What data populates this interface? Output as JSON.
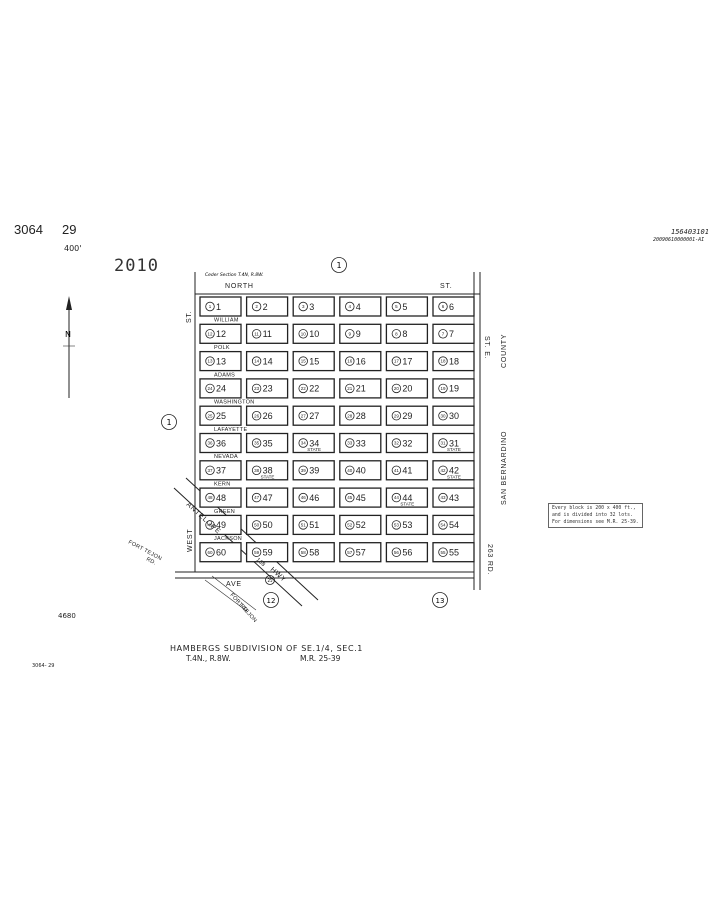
{
  "header": {
    "book": "3064",
    "page": "29",
    "scale": "400'",
    "year": "2010",
    "stamp_line1": "156403101",
    "stamp_line2": "20090610000001-AI"
  },
  "map": {
    "north_label": "N",
    "top_street": "NORTH",
    "top_street_suffix": "ST.",
    "left_street": "ST.",
    "right_street": "ST. E.",
    "county_label": "COUNTY",
    "san_bernardino": "SAN BERNARDINO",
    "rd_263": "263 RD.",
    "west_label": "WEST",
    "ave_label": "AVE",
    "antelope_label": "ANTELOPE",
    "hwy_label": "HWY",
    "hwy_number": "138",
    "fort_tejon_1": "FORT TEJON",
    "fort_tejon_1b": "RD.",
    "fort_tejon_2": "FORT TEJON",
    "fort_tejon_2b": "RD.",
    "ceder_note": "Ceder Section T.4N, R.8W.",
    "street_labels": [
      "WILLIAM",
      "POLK",
      "ADAMS",
      "WASHINGTON",
      "LAFAYETTE",
      "NEVADA",
      "KERN",
      "GREEN",
      "JACKSON"
    ],
    "state_label": "STATE",
    "map_circles": [
      "1",
      "1",
      "12",
      "13",
      "25"
    ],
    "blocks": [
      {
        "n": "1",
        "sub": "1",
        "row": 0,
        "col": 0
      },
      {
        "n": "2",
        "sub": "2",
        "row": 0,
        "col": 1
      },
      {
        "n": "3",
        "sub": "3",
        "row": 0,
        "col": 2
      },
      {
        "n": "4",
        "sub": "4",
        "row": 0,
        "col": 3
      },
      {
        "n": "5",
        "sub": "5",
        "row": 0,
        "col": 4
      },
      {
        "n": "6",
        "sub": "6",
        "row": 0,
        "col": 5
      },
      {
        "n": "12",
        "sub": "12",
        "row": 1,
        "col": 0
      },
      {
        "n": "11",
        "sub": "11",
        "row": 1,
        "col": 1
      },
      {
        "n": "10",
        "sub": "10",
        "row": 1,
        "col": 2
      },
      {
        "n": "9",
        "sub": "9",
        "row": 1,
        "col": 3
      },
      {
        "n": "8",
        "sub": "8",
        "row": 1,
        "col": 4
      },
      {
        "n": "7",
        "sub": "7",
        "row": 1,
        "col": 5
      },
      {
        "n": "13",
        "sub": "13",
        "row": 2,
        "col": 0
      },
      {
        "n": "14",
        "sub": "14",
        "row": 2,
        "col": 1
      },
      {
        "n": "15",
        "sub": "15",
        "row": 2,
        "col": 2
      },
      {
        "n": "16",
        "sub": "16",
        "row": 2,
        "col": 3
      },
      {
        "n": "17",
        "sub": "17",
        "row": 2,
        "col": 4
      },
      {
        "n": "18",
        "sub": "18",
        "row": 2,
        "col": 5
      },
      {
        "n": "24",
        "sub": "24",
        "row": 3,
        "col": 0
      },
      {
        "n": "23",
        "sub": "23",
        "row": 3,
        "col": 1
      },
      {
        "n": "22",
        "sub": "22",
        "row": 3,
        "col": 2
      },
      {
        "n": "21",
        "sub": "21",
        "row": 3,
        "col": 3
      },
      {
        "n": "20",
        "sub": "20",
        "row": 3,
        "col": 4
      },
      {
        "n": "19",
        "sub": "19",
        "row": 3,
        "col": 5
      },
      {
        "n": "25",
        "sub": "25",
        "row": 4,
        "col": 0
      },
      {
        "n": "26",
        "sub": "26",
        "row": 4,
        "col": 1
      },
      {
        "n": "27",
        "sub": "27",
        "row": 4,
        "col": 2
      },
      {
        "n": "28",
        "sub": "28",
        "row": 4,
        "col": 3
      },
      {
        "n": "29",
        "sub": "29",
        "row": 4,
        "col": 4
      },
      {
        "n": "30",
        "sub": "30",
        "row": 4,
        "col": 5
      },
      {
        "n": "36",
        "sub": "36",
        "row": 5,
        "col": 0
      },
      {
        "n": "35",
        "sub": "35",
        "row": 5,
        "col": 1
      },
      {
        "n": "34",
        "sub": "34",
        "row": 5,
        "col": 2,
        "state": true
      },
      {
        "n": "33",
        "sub": "33",
        "row": 5,
        "col": 3
      },
      {
        "n": "32",
        "sub": "32",
        "row": 5,
        "col": 4
      },
      {
        "n": "31",
        "sub": "31",
        "row": 5,
        "col": 5,
        "state": true
      },
      {
        "n": "37",
        "sub": "37",
        "row": 6,
        "col": 0
      },
      {
        "n": "38",
        "sub": "38",
        "row": 6,
        "col": 1,
        "state": true
      },
      {
        "n": "39",
        "sub": "39",
        "row": 6,
        "col": 2
      },
      {
        "n": "40",
        "sub": "40",
        "row": 6,
        "col": 3
      },
      {
        "n": "41",
        "sub": "41",
        "row": 6,
        "col": 4
      },
      {
        "n": "42",
        "sub": "42",
        "row": 6,
        "col": 5,
        "state": true
      },
      {
        "n": "48",
        "sub": "48",
        "row": 7,
        "col": 0
      },
      {
        "n": "47",
        "sub": "47",
        "row": 7,
        "col": 1
      },
      {
        "n": "46",
        "sub": "46",
        "row": 7,
        "col": 2
      },
      {
        "n": "45",
        "sub": "45",
        "row": 7,
        "col": 3
      },
      {
        "n": "44",
        "sub": "44",
        "row": 7,
        "col": 4,
        "state": true
      },
      {
        "n": "43",
        "sub": "43",
        "row": 7,
        "col": 5
      },
      {
        "n": "49",
        "sub": "49",
        "row": 8,
        "col": 0
      },
      {
        "n": "50",
        "sub": "50",
        "row": 8,
        "col": 1
      },
      {
        "n": "51",
        "sub": "51",
        "row": 8,
        "col": 2
      },
      {
        "n": "52",
        "sub": "52",
        "row": 8,
        "col": 3
      },
      {
        "n": "53",
        "sub": "53",
        "row": 8,
        "col": 4
      },
      {
        "n": "54",
        "sub": "54",
        "row": 8,
        "col": 5
      },
      {
        "n": "60",
        "sub": "60",
        "row": 9,
        "col": 0
      },
      {
        "n": "59",
        "sub": "59",
        "row": 9,
        "col": 1
      },
      {
        "n": "58",
        "sub": "58",
        "row": 9,
        "col": 2
      },
      {
        "n": "57",
        "sub": "57",
        "row": 9,
        "col": 3
      },
      {
        "n": "56",
        "sub": "56",
        "row": 9,
        "col": 4
      },
      {
        "n": "55",
        "sub": "55",
        "row": 9,
        "col": 5
      }
    ]
  },
  "note": {
    "line1": "Every block is 200 x 400 ft.,",
    "line2": "and is divided into 32 lots.",
    "line3": "For dimensions see M.R. 25-39."
  },
  "footer": {
    "code_4680": "4680",
    "title": "HAMBERGS SUBDIVISION OF SE.1/4, SEC.1",
    "township": "T.4N., R.8W.",
    "map_ref": "M.R. 25-39",
    "page_ref": "3064- 29"
  }
}
